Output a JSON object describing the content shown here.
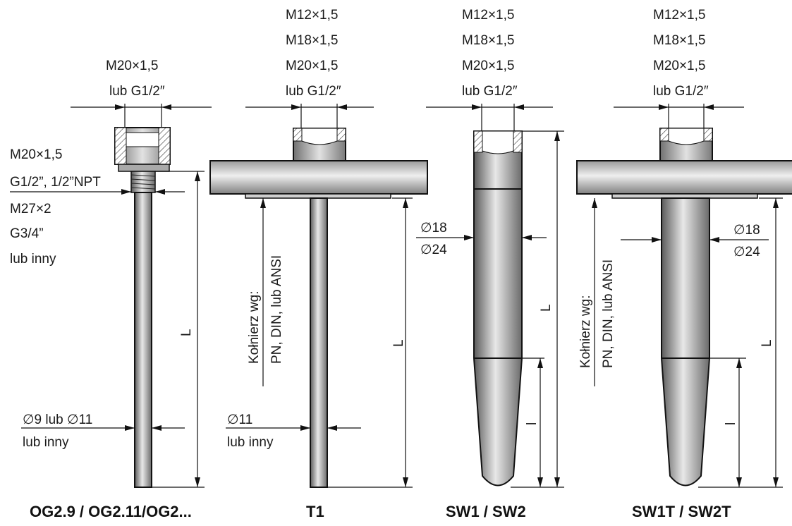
{
  "colors": {
    "steel_dark": "#6f6f6f",
    "steel_light": "#e6e6e6",
    "line": "#111111"
  },
  "og": {
    "thread_top_1": "M20×1,5",
    "thread_top_2": "lub G1/2″",
    "side_1": "M20×1,5",
    "side_2": "G1/2”, 1/2”NPT",
    "side_3": "M27×2",
    "side_4": "G3/4”",
    "side_5": "lub inny",
    "dia_1": "∅9 lub ∅11",
    "dia_2": "lub inny",
    "length": "L",
    "title": "OG2.9 / OG2.11/OG2..."
  },
  "t1": {
    "thread_1": "M12×1,5",
    "thread_2": "M18×1,5",
    "thread_3": "M20×1,5",
    "thread_4": "lub G1/2″",
    "flange_1": "Kołnierz wg:",
    "flange_2": "PN, DIN, lub ANSI",
    "dia_1": "∅11",
    "dia_2": "lub inny",
    "length": "L",
    "title": "T1"
  },
  "sw": {
    "thread_1": "M12×1,5",
    "thread_2": "M18×1,5",
    "thread_3": "M20×1,5",
    "thread_4": "lub G1/2″",
    "dia_1": "∅18",
    "dia_2": "∅24",
    "length": "L",
    "taper": "l",
    "title": "SW1 / SW2"
  },
  "swt": {
    "thread_1": "M12×1,5",
    "thread_2": "M18×1,5",
    "thread_3": "M20×1,5",
    "thread_4": "lub G1/2″",
    "flange_1": "Kołnierz wg:",
    "flange_2": "PN, DIN, lub ANSI",
    "dia_1": "∅18",
    "dia_2": "∅24",
    "length": "L",
    "taper": "l",
    "title": "SW1T / SW2T"
  }
}
